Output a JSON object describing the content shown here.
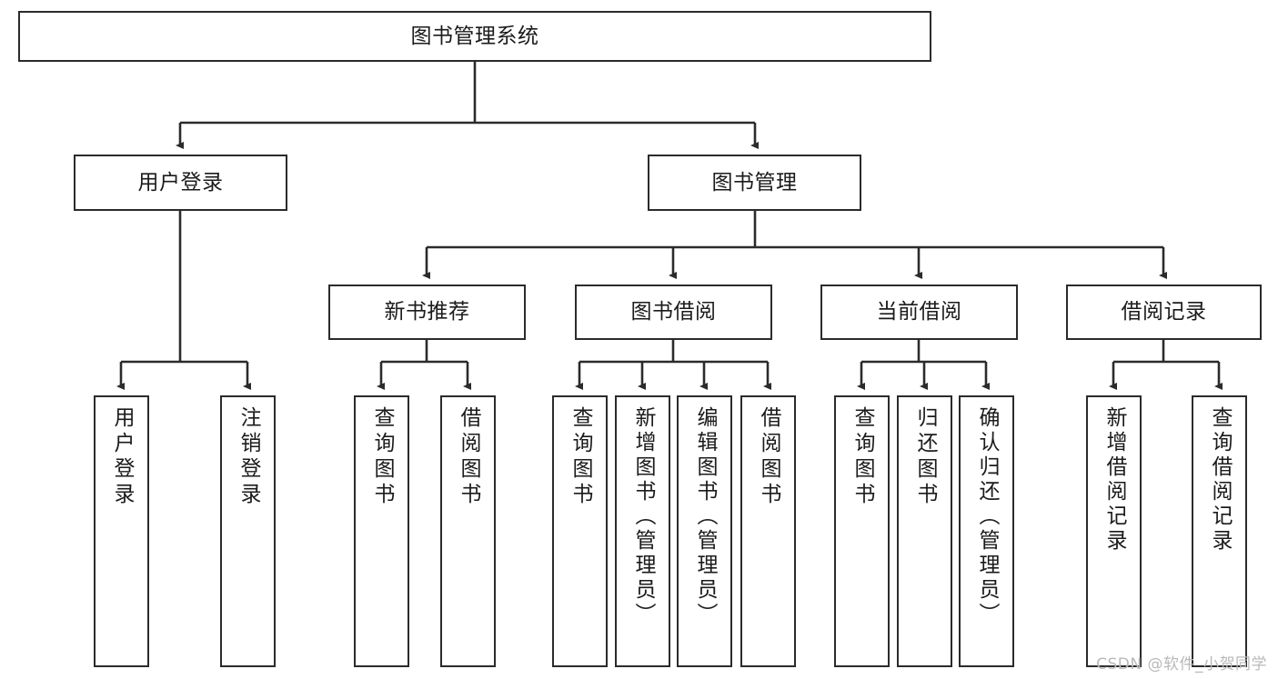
{
  "diagram": {
    "title": "图书管理系统",
    "root": {
      "label": "图书管理系统"
    },
    "level2": [
      {
        "label": "用户登录"
      },
      {
        "label": "图书管理"
      }
    ],
    "level3": [
      {
        "label": "新书推荐"
      },
      {
        "label": "图书借阅"
      },
      {
        "label": "当前借阅"
      },
      {
        "label": "借阅记录"
      }
    ],
    "leaves": {
      "user_login": [
        {
          "label": "用户登录"
        },
        {
          "label": "注销登录"
        }
      ],
      "new_book_recommend": [
        {
          "label": "查询图书"
        },
        {
          "label": "借阅图书"
        }
      ],
      "book_borrow": [
        {
          "label": "查询图书"
        },
        {
          "label": "新增图书（管理员）"
        },
        {
          "label": "编辑图书（管理员）"
        },
        {
          "label": "借阅图书"
        }
      ],
      "current_borrow": [
        {
          "label": "查询图书"
        },
        {
          "label": "归还图书"
        },
        {
          "label": "确认归还（管理员）"
        }
      ],
      "borrow_record": [
        {
          "label": "新增借阅记录"
        },
        {
          "label": "查询借阅记录"
        }
      ]
    }
  },
  "watermark": {
    "text": "CSDN @软件_小贺同学"
  },
  "colors": {
    "stroke": "#2b2b2b",
    "box_fill": "#ffffff",
    "text": "#1b1b1b",
    "watermark": "#b9b9b9"
  }
}
